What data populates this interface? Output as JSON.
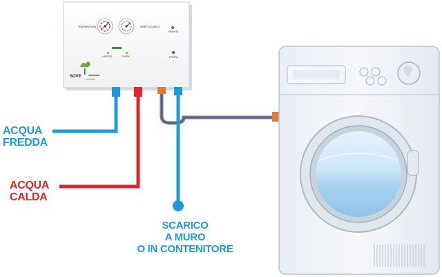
{
  "labels": {
    "cold_water": [
      "ACQUA",
      "FREDDA"
    ],
    "hot_water": [
      "ACQUA",
      "CALDA"
    ],
    "drain": [
      "SCARICO",
      "A MURO",
      "O IN CONTENITORE"
    ]
  },
  "control_box": {
    "left_caption": "TEMPERATURA",
    "right_caption": "TEMPO SCARICO",
    "led_top_caption": "PRONTA",
    "led_bottom_caption": "POMPA",
    "switch_left_caption": "LAVORO",
    "switch_right_caption": "CALDA",
    "brand": "SOVE"
  },
  "colors": {
    "cold": "#1e9ad6",
    "hot": "#e0252b",
    "appliance_body": "#eef2f7",
    "appliance_outline": "#b9c3cf"
  }
}
